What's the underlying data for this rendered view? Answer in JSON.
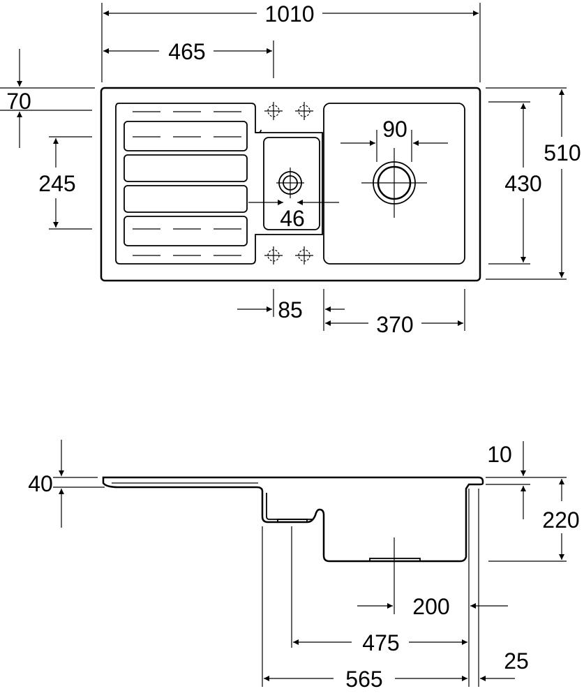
{
  "dimensions": {
    "overall_width": "1010",
    "drainer_length": "465",
    "top_offset": "70",
    "drainer_depth": "245",
    "waste_diameter": "90",
    "bowl_depth": "430",
    "overall_depth": "510",
    "small_waste": "46",
    "small_bowl_width": "85",
    "main_bowl_width": "370",
    "rim_height": "40",
    "flange": "10",
    "bowl_height": "220",
    "waste_offset": "200",
    "span_475": "475",
    "span_565": "565",
    "edge_25": "25"
  }
}
